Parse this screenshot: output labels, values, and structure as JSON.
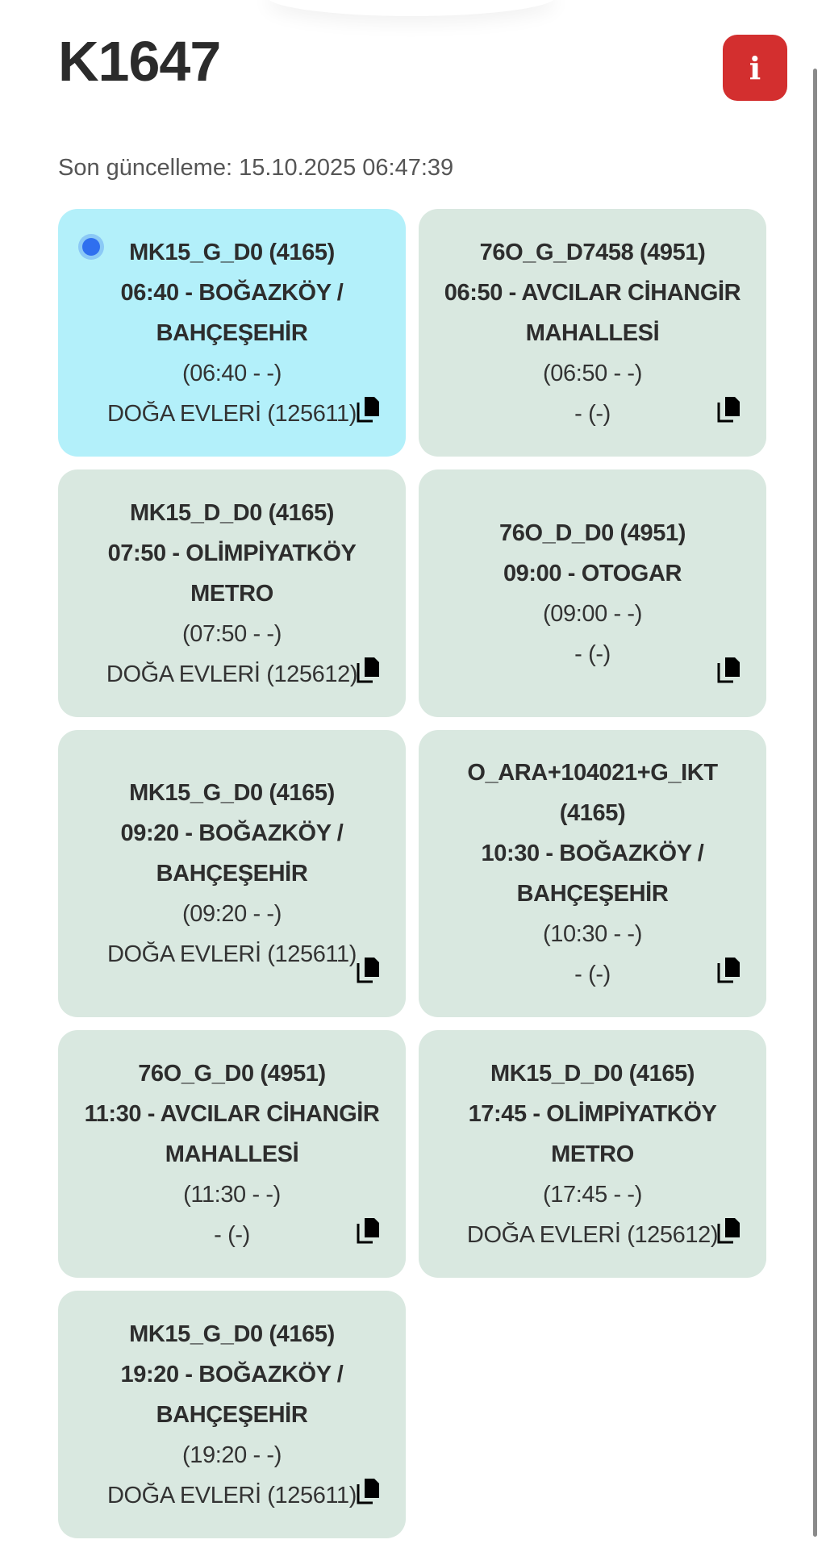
{
  "header": {
    "title": "K1647",
    "info_label": "i"
  },
  "last_update": "Son güncelleme: 15.10.2025 06:47:39",
  "colors": {
    "card": "#d9e8e0",
    "selected_card": "#b3f0fa",
    "info_button": "#d32f2f",
    "dot": "#2f6fef"
  },
  "trips": [
    {
      "lines": [
        "MK15_G_D0 (4165)",
        "06:40 - BOĞAZKÖY / BAHÇEŞEHİR"
      ],
      "time": "(06:40 - -)",
      "stop": "DOĞA EVLERİ (125611)",
      "selected": true
    },
    {
      "lines": [
        "76O_G_D7458 (4951)",
        "06:50 - AVCILAR CİHANGİR MAHALLESİ"
      ],
      "time": "(06:50 - -)",
      "stop": "- (-)"
    },
    {
      "lines": [
        "MK15_D_D0 (4165)",
        "07:50 - OLİMPİYATKÖY METRO"
      ],
      "time": "(07:50 - -)",
      "stop": "DOĞA EVLERİ (125612)"
    },
    {
      "lines": [
        "76O_D_D0 (4951)",
        "09:00 - OTOGAR"
      ],
      "time": "(09:00 - -)",
      "stop": "- (-)"
    },
    {
      "lines": [
        "MK15_G_D0 (4165)",
        "09:20 - BOĞAZKÖY / BAHÇEŞEHİR"
      ],
      "time": "(09:20 - -)",
      "stop": "DOĞA EVLERİ (125611)"
    },
    {
      "lines": [
        "O_ARA+104021+G_IKT (4165)",
        "10:30 - BOĞAZKÖY / BAHÇEŞEHİR"
      ],
      "time": "(10:30 - -)",
      "stop": "- (-)"
    },
    {
      "lines": [
        "76O_G_D0 (4951)",
        "11:30 - AVCILAR CİHANGİR MAHALLESİ"
      ],
      "time": "(11:30 - -)",
      "stop": "- (-)"
    },
    {
      "lines": [
        "MK15_D_D0 (4165)",
        "17:45 - OLİMPİYATKÖY METRO"
      ],
      "time": "(17:45 - -)",
      "stop": "DOĞA EVLERİ (125612)"
    },
    {
      "lines": [
        "MK15_G_D0 (4165)",
        "19:20 - BOĞAZKÖY / BAHÇEŞEHİR"
      ],
      "time": "(19:20 - -)",
      "stop": "DOĞA EVLERİ (125611)"
    }
  ]
}
